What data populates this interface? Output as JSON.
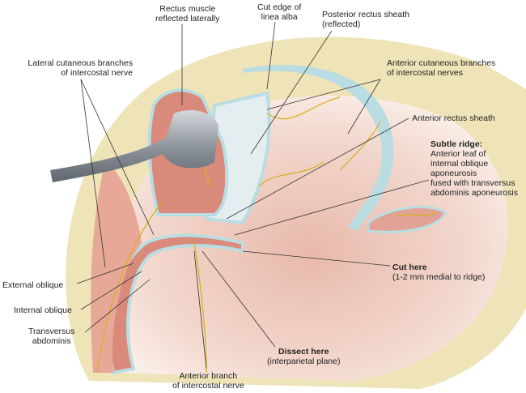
{
  "labels": {
    "rectus_muscle": [
      "Rectus muscle",
      "reflected laterally"
    ],
    "linea_alba": [
      "Cut edge of",
      "linea alba"
    ],
    "posterior_sheath": [
      "Posterior rectus sheath",
      "(reflected)"
    ],
    "lateral_cutaneous": [
      "Lateral cutaneous branches",
      "of intercostal nerve"
    ],
    "anterior_cutaneous": [
      "Anterior cutaneous branches",
      "of intercostal nerves"
    ],
    "anterior_sheath": "Anterior rectus sheath",
    "subtle_ridge": {
      "title": "Subtle ridge:",
      "lines": [
        "Anterior leaf of",
        "internal oblique",
        "aponeurosis",
        "fused with transversus",
        "abdominis aponeurosis"
      ]
    },
    "cut_here": {
      "title": "Cut here",
      "note": "(1-2 mm medial to ridge)"
    },
    "external_oblique": "External oblique",
    "internal_oblique": "Internal oblique",
    "transversus": [
      "Transversus",
      "abdominis"
    ],
    "dissect_here": {
      "title": "Dissect here",
      "note": "(interparietal plane)"
    },
    "anterior_branch": [
      "Anterior branch",
      "of intercostal nerve"
    ]
  },
  "colors": {
    "skin": "#efe3b8",
    "muscle": "#d98a7a",
    "sheath": "#b9dde3",
    "nerve": "#d9b020",
    "retractor": "#8f959c",
    "fascia": "#f1d3c6"
  }
}
